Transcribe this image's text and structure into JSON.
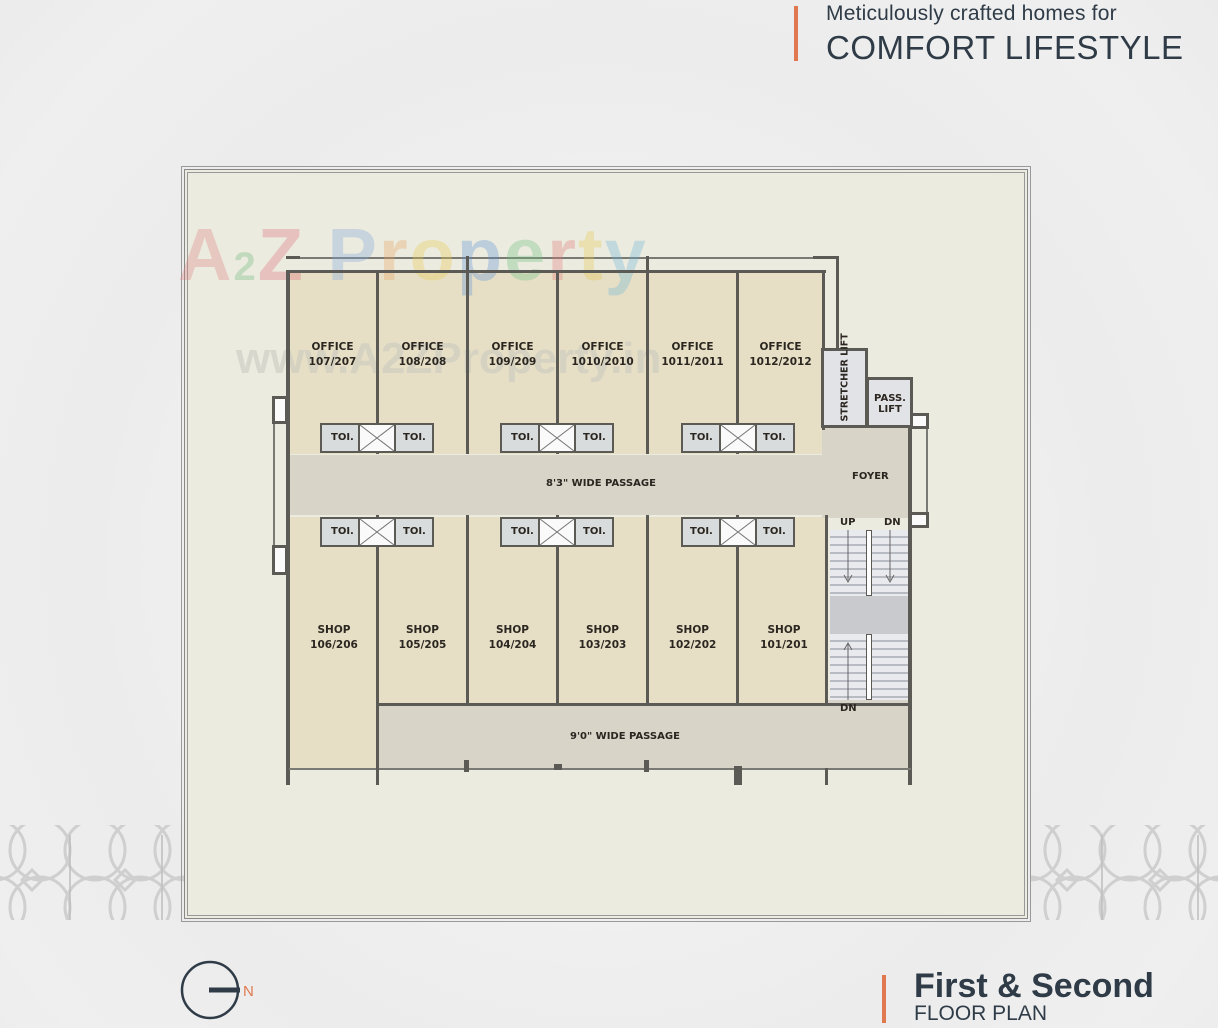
{
  "header": {
    "tagline_line1": "Meticulously crafted homes for",
    "tagline_line2": "COMFORT LIFESTYLE"
  },
  "footer": {
    "title": "First & Second",
    "subtitle": "FLOOR PLAN",
    "north_label": "N"
  },
  "watermark": {
    "brand": "A2Z Property",
    "url": "www.A2ZProperty.in"
  },
  "colors": {
    "accent": "#e0794f",
    "text_dark": "#2f3c48",
    "room_fill": "#e6dfc6",
    "corridor_fill": "#d8d4c8",
    "wall": "#5b5a55",
    "site_fill": "#ebebdf"
  },
  "offices": [
    {
      "type": "OFFICE",
      "number": "107/207"
    },
    {
      "type": "OFFICE",
      "number": "108/208"
    },
    {
      "type": "OFFICE",
      "number": "109/209"
    },
    {
      "type": "OFFICE",
      "number": "1010/2010"
    },
    {
      "type": "OFFICE",
      "number": "1011/2011"
    },
    {
      "type": "OFFICE",
      "number": "1012/2012"
    }
  ],
  "shops": [
    {
      "type": "SHOP",
      "number": "106/206"
    },
    {
      "type": "SHOP",
      "number": "105/205"
    },
    {
      "type": "SHOP",
      "number": "104/204"
    },
    {
      "type": "SHOP",
      "number": "103/203"
    },
    {
      "type": "SHOP",
      "number": "102/202"
    },
    {
      "type": "SHOP",
      "number": "101/201"
    }
  ],
  "toilet_label": "TOI.",
  "passages": {
    "upper": "8'3\" WIDE PASSAGE",
    "lower": "9'0\" WIDE PASSAGE"
  },
  "core": {
    "foyer": "FOYER",
    "stretcher_lift": "STRETCHER LIFT",
    "pass_lift_line1": "PASS.",
    "pass_lift_line2": "LIFT",
    "stair_up": "UP",
    "stair_dn_top": "DN",
    "stair_dn_bottom": "DN"
  }
}
